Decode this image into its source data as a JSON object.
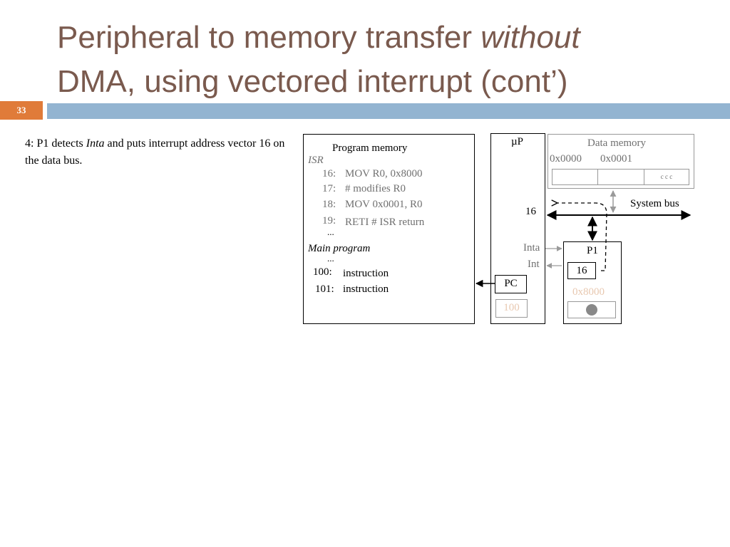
{
  "slide": {
    "title_main": "Peripheral to memory transfer ",
    "title_em": "without",
    "title_rest": "DMA, using vectored interrupt (cont’)",
    "number": "33"
  },
  "step": {
    "prefix": "4: P1 detects ",
    "em": "Inta",
    "rest": " and puts interrupt address vector 16 on the data bus."
  },
  "program_memory": {
    "title": "Program memory",
    "isr_label": "ISR",
    "lines": [
      {
        "addr": "16:",
        "text": "MOV R0, 0x8000"
      },
      {
        "addr": "17:",
        "text": "# modifies R0"
      },
      {
        "addr": "18:",
        "text": "MOV 0x0001, R0"
      },
      {
        "addr": "19:",
        "text": "RETI  # ISR return"
      }
    ],
    "ellipsis1": "...",
    "main_label": "Main program",
    "ellipsis2": "...",
    "main_lines": [
      {
        "addr": "100:",
        "text": "instruction"
      },
      {
        "addr": "101:",
        "text": "instruction"
      }
    ]
  },
  "up": {
    "title": "µP",
    "bus_value": "16",
    "inta": "Inta",
    "int": "Int",
    "pc_label": "PC",
    "pc_value": "100"
  },
  "data_memory": {
    "title": "Data memory",
    "addr0": "0x0000",
    "addr1": "0x0001",
    "dots": "c  c  c"
  },
  "system_bus": "System bus",
  "p1": {
    "title": "P1",
    "vector": "16",
    "addr": "0x8000"
  }
}
